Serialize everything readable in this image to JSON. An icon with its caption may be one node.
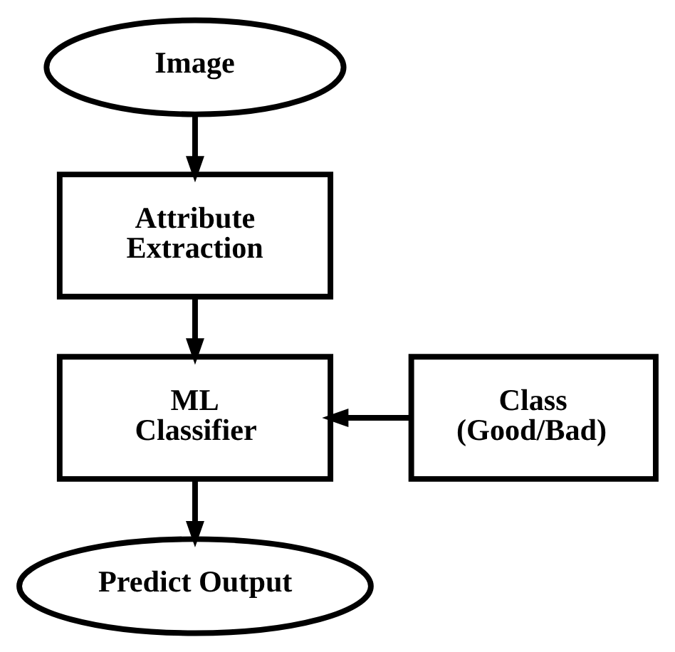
{
  "diagram": {
    "nodes": [
      {
        "text": [
          "Image"
        ]
      },
      {
        "text": [
          "Attribute Extraction"
        ]
      },
      {
        "text": [
          "Class (Good/Bad)"
        ]
      },
      {
        "text": [
          "ML Classifier"
        ]
      },
      {
        "text": [
          "Predict Output"
        ]
      }
    ],
    "edges": [
      {
        "from": 0,
        "to": 1,
        "arrow": "to"
      },
      {
        "from": 1,
        "to": 3,
        "arrow": "to"
      },
      {
        "from": 2,
        "to": 3,
        "arrow": "to"
      },
      {
        "from": 3,
        "to": 4,
        "arrow": "to"
      }
    ]
  }
}
